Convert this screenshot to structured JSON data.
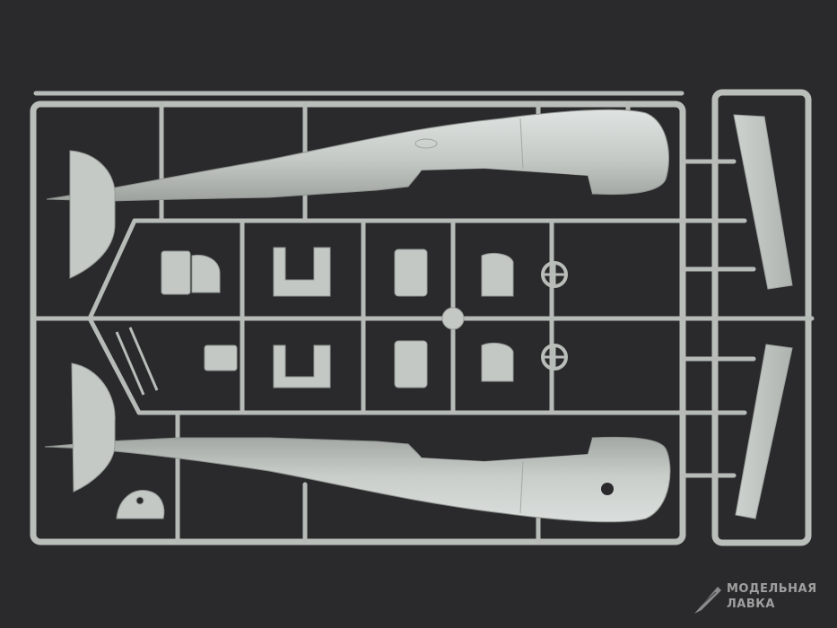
{
  "photo": {
    "subject": "sprue-with-fuselage-halves",
    "colors": {
      "background": "#2a2a2c",
      "plastic": "#c3c8c5",
      "plastic_light": "#d8dcda",
      "plastic_shadow": "#9a9f9c"
    }
  },
  "watermark": {
    "line1": "МОДЕЛЬНАЯ",
    "line2": "ЛАВКА",
    "icon": "feather-logo-icon"
  }
}
